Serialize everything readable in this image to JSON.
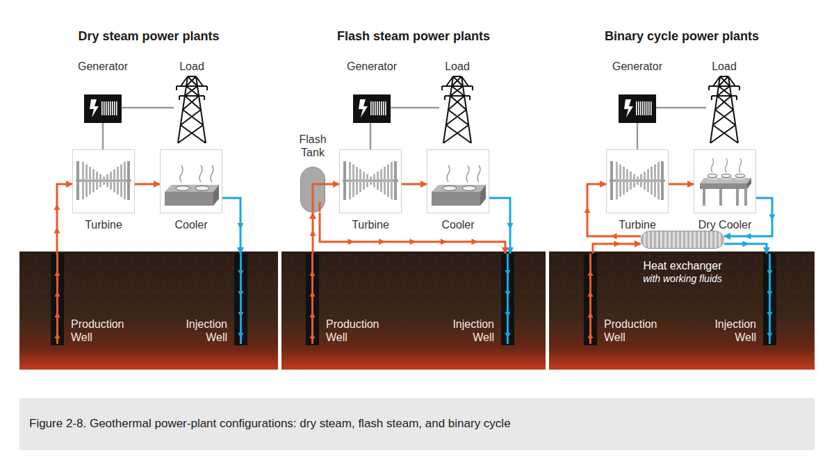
{
  "diagram": {
    "caption": "Figure 2-8. Geothermal power-plant configurations: dry steam, flash steam, and binary cycle",
    "nodes": [
      {
        "text": [
          "Dry steam power plants"
        ]
      },
      {
        "text": [
          "Generator"
        ],
        "in": 0
      },
      {
        "text": [
          "Load"
        ],
        "in": 0
      },
      {
        "text": [
          "Turbine"
        ],
        "in": 0
      },
      {
        "text": [
          "Cooler"
        ],
        "in": 0
      },
      {
        "text": [
          "Production Well"
        ],
        "in": 0
      },
      {
        "text": [
          "Injection Well"
        ],
        "in": 0
      },
      {
        "text": [
          "Flash steam power plants"
        ]
      },
      {
        "text": [
          "Generator"
        ],
        "in": 7
      },
      {
        "text": [
          "Load"
        ],
        "in": 7
      },
      {
        "text": [
          "Flash Tank"
        ],
        "in": 7
      },
      {
        "text": [
          "Turbine"
        ],
        "in": 7
      },
      {
        "text": [
          "Cooler"
        ],
        "in": 7
      },
      {
        "text": [
          "Production Well"
        ],
        "in": 7
      },
      {
        "text": [
          "Injection Well"
        ],
        "in": 7
      },
      {
        "text": [
          "Binary cycle power plants"
        ]
      },
      {
        "text": [
          "Generator"
        ],
        "in": 15
      },
      {
        "text": [
          "Load"
        ],
        "in": 15
      },
      {
        "text": [
          "Turbine"
        ],
        "in": 15
      },
      {
        "text": [
          "Dry Cooler"
        ],
        "in": 15
      },
      {
        "text": [
          "Heat exchanger",
          "with working fluids"
        ],
        "in": 15
      },
      {
        "text": [
          "Production Well"
        ],
        "in": 15
      },
      {
        "text": [
          "Injection Well"
        ],
        "in": 15
      }
    ],
    "edges": [
      {
        "from": 1,
        "to": 3,
        "arrow": "none"
      },
      {
        "from": 1,
        "to": 2,
        "arrow": "none"
      },
      {
        "from": 5,
        "to": 3,
        "arrow": "to"
      },
      {
        "from": 3,
        "to": 4,
        "arrow": "to"
      },
      {
        "from": 4,
        "to": 6,
        "arrow": "to"
      },
      {
        "from": 8,
        "to": 11,
        "arrow": "none"
      },
      {
        "from": 8,
        "to": 9,
        "arrow": "none"
      },
      {
        "from": 13,
        "to": 10,
        "arrow": "to"
      },
      {
        "from": 10,
        "to": 11,
        "arrow": "to"
      },
      {
        "from": 10,
        "to": 14,
        "arrow": "to"
      },
      {
        "from": 11,
        "to": 12,
        "arrow": "to"
      },
      {
        "from": 12,
        "to": 14,
        "arrow": "to"
      },
      {
        "from": 16,
        "to": 18,
        "arrow": "none"
      },
      {
        "from": 16,
        "to": 17,
        "arrow": "none"
      },
      {
        "from": 21,
        "to": 20,
        "arrow": "to"
      },
      {
        "from": 20,
        "to": 18,
        "arrow": "to"
      },
      {
        "from": 18,
        "to": 19,
        "arrow": "to"
      },
      {
        "from": 19,
        "to": 20,
        "arrow": "to"
      },
      {
        "from": 20,
        "to": 22,
        "arrow": "to"
      }
    ]
  }
}
